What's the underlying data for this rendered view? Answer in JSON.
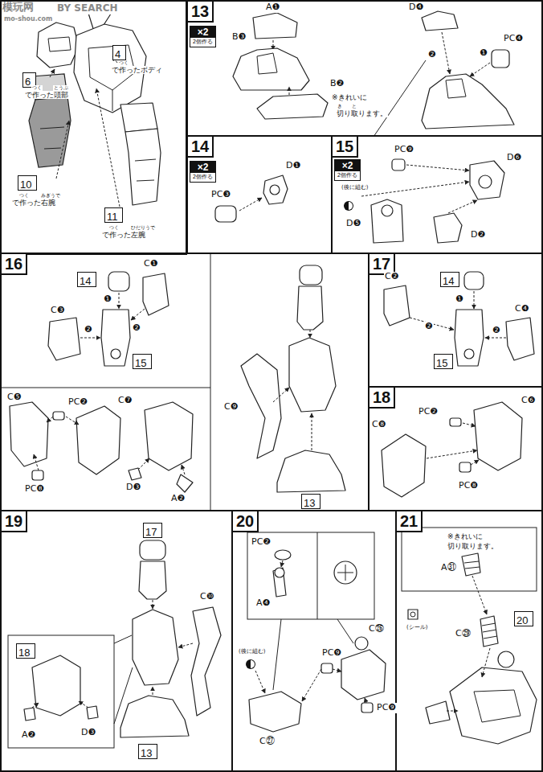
{
  "diagram": {
    "nodes": [
      {
        "text": [
          "6"
        ]
      },
      {
        "text": [
          "4"
        ]
      },
      {
        "text": [
          "10"
        ]
      },
      {
        "text": [
          "11"
        ]
      },
      {
        "text": [
          "13"
        ]
      },
      {
        "text": [
          "×2",
          "2個作る"
        ],
        "in": 4
      },
      {
        "text": [
          "14"
        ]
      },
      {
        "text": [
          "×2",
          "2個作る"
        ],
        "in": 6
      },
      {
        "text": [
          "15"
        ]
      },
      {
        "text": [
          "×2",
          "2個作る"
        ],
        "in": 8
      },
      {
        "text": [
          "16"
        ]
      },
      {
        "text": [
          "14"
        ],
        "in": 10
      },
      {
        "text": [
          "15"
        ],
        "in": 10
      },
      {
        "text": [
          "13"
        ],
        "in": 10
      },
      {
        "text": [
          "17"
        ]
      },
      {
        "text": [
          "14"
        ],
        "in": 14
      },
      {
        "text": [
          "15"
        ],
        "in": 14
      },
      {
        "text": [
          "18"
        ]
      },
      {
        "text": [
          "19"
        ]
      },
      {
        "text": [
          "17"
        ],
        "in": 18
      },
      {
        "text": [
          "18"
        ],
        "in": 18
      },
      {
        "text": [
          "13"
        ],
        "in": 18
      },
      {
        "text": [
          "20"
        ]
      },
      {
        "text": [
          "21"
        ]
      },
      {
        "text": [
          "20"
        ],
        "in": 23
      }
    ],
    "labels": [
      "模玩网",
      "BY SEARCH",
      "mo-shou.com",
      "つく",
      "とうぶ",
      "で作った頭部",
      "つく",
      "で作ったボディ",
      "つく",
      "みぎうで",
      "で作った右腕",
      "つく",
      "ひだりうで",
      "で作った左腕",
      "A❶",
      "B❸",
      "B❷",
      "※きれいに",
      "き",
      "と",
      "切り取ります。",
      "D❹",
      "PC❹",
      "❷",
      "❶",
      "PC❸",
      "D❶",
      "PC❾",
      "D❻",
      "(後に組む)",
      "D❺",
      "D❷",
      "C❶",
      "C❸",
      "❶",
      "❷",
      "❷",
      "C❺",
      "PC❷",
      "C❼",
      "PC❽",
      "D❸",
      "A❷",
      "C❾",
      "C❷",
      "❶",
      "❷",
      "❷",
      "C❹",
      "PC❷",
      "C❻",
      "C❽",
      "PC❽",
      "C❿",
      "A❷",
      "D❸",
      "PC❷",
      "A❹",
      "(後に組む)",
      "PC❾",
      "C㉖",
      "PC❾",
      "C㉗",
      "※きれいに",
      "切り取ります。",
      "A㉛",
      "(シール)",
      "C㉙"
    ]
  }
}
